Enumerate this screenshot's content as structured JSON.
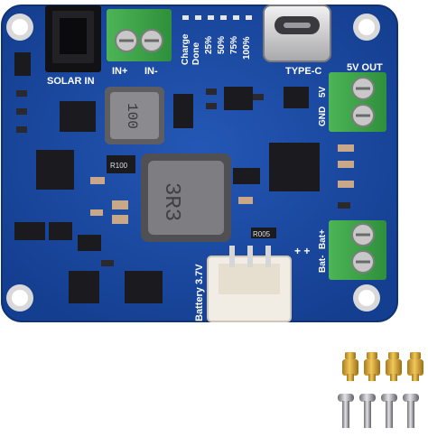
{
  "silkscreen": {
    "solar_in": "SOLAR IN",
    "in_plus": "IN+",
    "in_minus": "IN-",
    "charge": "Charge",
    "done": "Done",
    "p25": "25%",
    "p50": "50%",
    "p75": "75%",
    "p100": "100%",
    "type_c": "TYPE-C",
    "out_5v": "5V OUT",
    "v5": "5V",
    "gnd": "GND",
    "bat_minus": "Bat-",
    "bat_plus": "Bat+",
    "battery": "Battery 3.7V",
    "plus_plus": "+ +",
    "r100": "R100",
    "r005": "R005"
  },
  "components": {
    "inductor_small": "100",
    "inductor_large": "3R3"
  },
  "accessories": {
    "standoff_count": 4,
    "screw_count": 4
  },
  "colors": {
    "pcb": "#1c4ea8",
    "terminal": "#3fa64a",
    "silkscreen": "#ffffff",
    "ic": "#1b1b1f"
  }
}
